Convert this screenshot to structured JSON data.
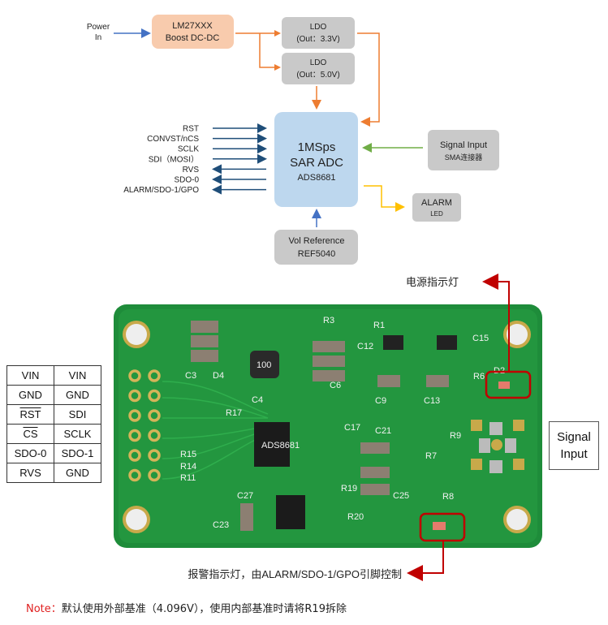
{
  "block_diagram": {
    "power_in": [
      "Power",
      "In"
    ],
    "boost": {
      "line1": "LM27XXX",
      "line2": "Boost DC-DC"
    },
    "ldo1": {
      "line1": "LDO",
      "line2": "(Out：3.3V)"
    },
    "ldo2": {
      "line1": "LDO",
      "line2": "(Out：5.0V)"
    },
    "adc": {
      "line1": "1MSps",
      "line2": "SAR  ADC",
      "line3": "ADS8681"
    },
    "signal_input": {
      "line1": "Signal Input",
      "line2": "SMA连接器"
    },
    "alarm": {
      "line1": "ALARM",
      "line2": "LED"
    },
    "vref": {
      "line1": "Vol  Reference",
      "line2": "REF5040"
    },
    "signals": [
      {
        "label": "RST",
        "dir": "in"
      },
      {
        "label": "CONVST/nCS",
        "dir": "in"
      },
      {
        "label": "SCLK",
        "dir": "in"
      },
      {
        "label": "SDI（MOSI）",
        "dir": "in"
      },
      {
        "label": "RVS",
        "dir": "out"
      },
      {
        "label": "SDO-0",
        "dir": "out"
      },
      {
        "label": "ALARM/SDO-1/GPO",
        "dir": "out"
      }
    ],
    "colors": {
      "power": "#4472c4",
      "boost_fill": "#f8cbad",
      "orange": "#ed7d31",
      "gray_box": "#c9c9c9",
      "adc_fill": "#bdd7ee",
      "signal": "#1f4e79",
      "green": "#70ad47",
      "yellow": "#ffc000"
    }
  },
  "pcb": {
    "power_led_caption": "电源指示灯",
    "alarm_led_caption": "报警指示灯，由ALARM/SDO-1/GPO引脚控制",
    "silkscreen": [
      "C3",
      "D4",
      "100",
      "C4",
      "R3",
      "C6",
      "R1",
      "C12",
      "C15",
      "R6",
      "D2",
      "C9",
      "C13",
      "R17",
      "C17",
      "C21",
      "R9",
      "R7",
      "R15",
      "R14",
      "R11",
      "ADS8681",
      "R19",
      "C25",
      "C27",
      "C23",
      "R20",
      "R8"
    ],
    "pin_table": [
      [
        "VIN",
        "VIN"
      ],
      [
        "GND",
        "GND"
      ],
      [
        "RST",
        "SDI"
      ],
      [
        "CS",
        "SCLK"
      ],
      [
        "SDO-0",
        "SDO-1"
      ],
      [
        "RVS",
        "GND"
      ]
    ],
    "overlined_pins": [
      "RST",
      "CS"
    ],
    "signal_input_box": [
      "Signal",
      "Input"
    ],
    "colors": {
      "board": "#1e8c3a",
      "highlight": "#c00000"
    }
  },
  "note": {
    "label": "Note：",
    "text": "默认使用外部基准（4.096V），使用内部基准时请将R19拆除"
  }
}
